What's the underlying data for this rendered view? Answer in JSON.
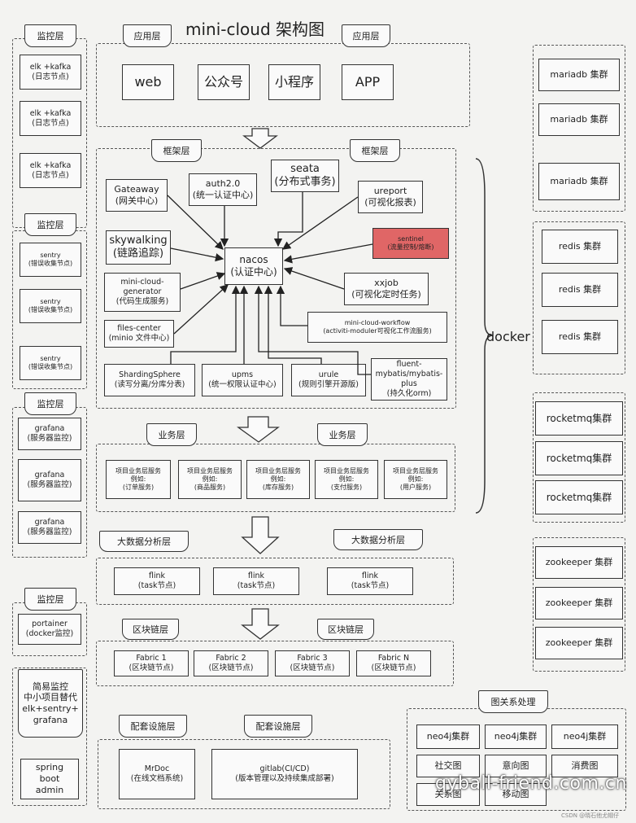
{
  "title": "mini-cloud 架构图",
  "app_layer": {
    "tag_left": "应用层",
    "tag_right": "应用层",
    "items": [
      "web",
      "公众号",
      "小程序",
      "APP"
    ]
  },
  "framework_layer": {
    "tag_left": "框架层",
    "tag_right": "框架层",
    "center": "nacos\n(认证中心)",
    "items": {
      "gateway": "Gateaway\n(网关中心)",
      "auth": "auth2.0\n(统一认证中心)",
      "seata": "seata\n(分布式事务)",
      "ureport": "ureport\n(可视化报表)",
      "skywalking": "skywalking\n(链路追踪)",
      "sentinel": "sentinel\n(流量控制/熔断)",
      "generator": "mini-cloud-\ngenerator\n(代码生成服务)",
      "xxjob": "xxjob\n(可视化定时任务)",
      "files": "files-center\n(minio 文件中心)",
      "workflow": "mini-cloud-workflow\n(activiti-moduler可视化工作流服务)",
      "sharding": "ShardingSphere\n(读写分离/分库分表)",
      "upms": "upms\n(统一权限认证中心)",
      "urule": "urule\n(规则引擎开源版)",
      "fluent": "fluent-\nmybatis/mybatis-\nplus\n(持久化orm)"
    }
  },
  "business_layer": {
    "tag_left": "业务层",
    "tag_right": "业务层",
    "items": [
      "项目业务层服务\n例如:\n(订单服务)",
      "项目业务层服务\n例如:\n(商品服务)",
      "项目业务层服务\n例如:\n(库存服务)",
      "项目业务层服务\n例如:\n(支付服务)",
      "项目业务层服务\n例如:\n(用户服务)"
    ]
  },
  "bigdata_layer": {
    "tag_left": "大数据分析层",
    "tag_right": "大数据分析层",
    "items": [
      "flink\n(task节点)",
      "flink\n(task节点)",
      "flink\n(task节点)"
    ]
  },
  "blockchain_layer": {
    "tag_left": "区块链层",
    "tag_right": "区块链层",
    "items": [
      "Fabric 1\n(区块链节点)",
      "Fabric 2\n(区块链节点)",
      "Fabric 3\n(区块链节点)",
      "Fabric N\n(区块链节点)"
    ]
  },
  "support_layer": {
    "tag_left": "配套设施层",
    "tag_right": "配套设施层",
    "items": [
      "MrDoc\n(在线文档系统)",
      "gitlab(CI/CD)\n(版本管理以及持续集成部署)"
    ]
  },
  "monitor": {
    "elk": {
      "tag": "监控层",
      "items": [
        "elk +kafka\n(日志节点)",
        "elk +kafka\n(日志节点)",
        "elk +kafka\n(日志节点)"
      ]
    },
    "sentry": {
      "tag": "监控层",
      "items": [
        "sentry\n(错误收集节点)",
        "sentry\n(错误收集节点)",
        "sentry\n(错误收集节点)"
      ]
    },
    "grafana": {
      "tag": "监控层",
      "items": [
        "grafana\n(服务器监控)",
        "grafana\n(服务器监控)",
        "grafana\n(服务器监控)"
      ]
    },
    "portainer": {
      "tag": "监控层",
      "items": [
        "portainer\n(docker监控)"
      ]
    },
    "simple": {
      "tag": "简易监控\n中小项目替代\nelk+sentry+\ngrafana",
      "item": "spring\nboot\nadmin"
    }
  },
  "docker_label": "docker",
  "clusters": {
    "mariadb": [
      "mariadb 集群",
      "mariadb 集群",
      "mariadb 集群"
    ],
    "redis": [
      "redis 集群",
      "redis 集群",
      "redis 集群"
    ],
    "rocketmq": [
      "rocketmq集群",
      "rocketmq集群",
      "rocketmq集群"
    ],
    "zookeeper": [
      "zookeeper 集群",
      "zookeeper 集群",
      "zookeeper 集群"
    ]
  },
  "graph": {
    "tag": "图关系处理",
    "items": [
      "neo4j集群",
      "neo4j集群",
      "neo4j集群",
      "社交图",
      "意向图",
      "消费图",
      "关系图",
      "移动图"
    ]
  },
  "watermark": "qyball-friend.com.cn",
  "credit": "CSDN @晓石他尤帽仔"
}
